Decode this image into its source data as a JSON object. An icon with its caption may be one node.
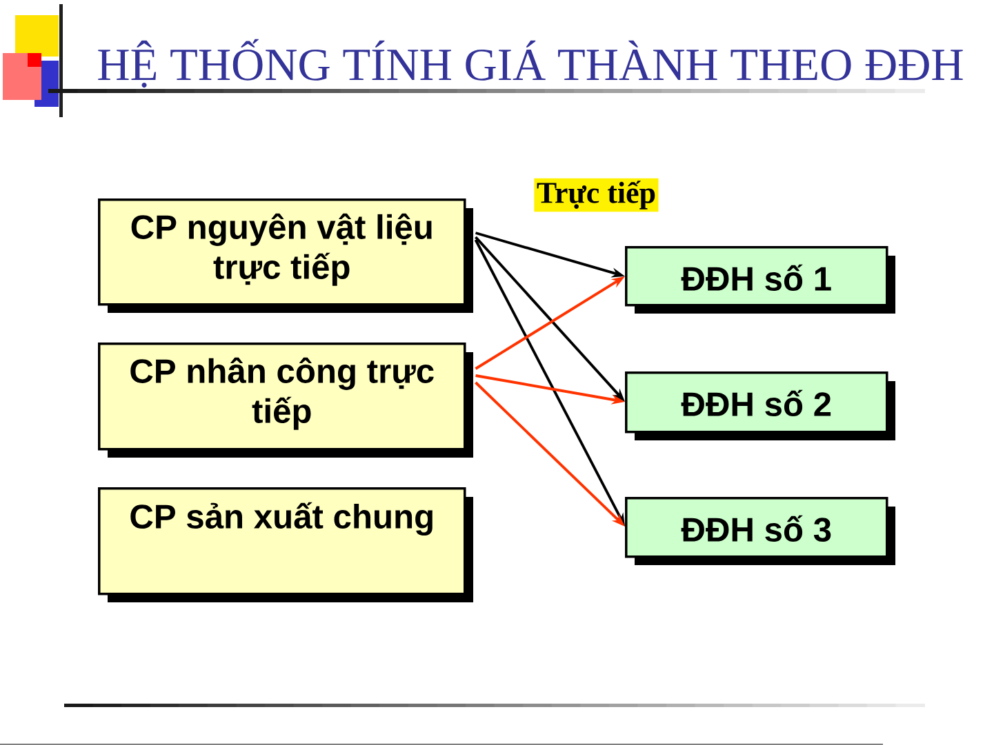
{
  "diagram": {
    "title": "HỆ THỐNG TÍNH GIÁ THÀNH THEO ĐĐH",
    "nodes": [
      {
        "text": [
          "CP nguyên vật liệu trực tiếp"
        ]
      },
      {
        "text": [
          "CP nhân công trực tiếp"
        ]
      },
      {
        "text": [
          "CP sản xuất chung"
        ]
      },
      {
        "text": [
          "ĐĐH số 1"
        ]
      },
      {
        "text": [
          "ĐĐH số 2"
        ]
      },
      {
        "text": [
          "ĐĐH số 3"
        ]
      }
    ],
    "edges": [
      {
        "from": 0,
        "to": 3,
        "arrow": "to"
      },
      {
        "from": 0,
        "to": 4,
        "arrow": "to"
      },
      {
        "from": 0,
        "to": 5,
        "arrow": "to"
      },
      {
        "from": 1,
        "to": 3,
        "arrow": "to",
        "color": "#ff3300"
      },
      {
        "from": 1,
        "to": 4,
        "arrow": "to",
        "color": "#ff3300"
      },
      {
        "from": 1,
        "to": 5,
        "arrow": "to",
        "color": "#ff3300"
      }
    ],
    "labels": [
      "Trực tiếp"
    ]
  }
}
